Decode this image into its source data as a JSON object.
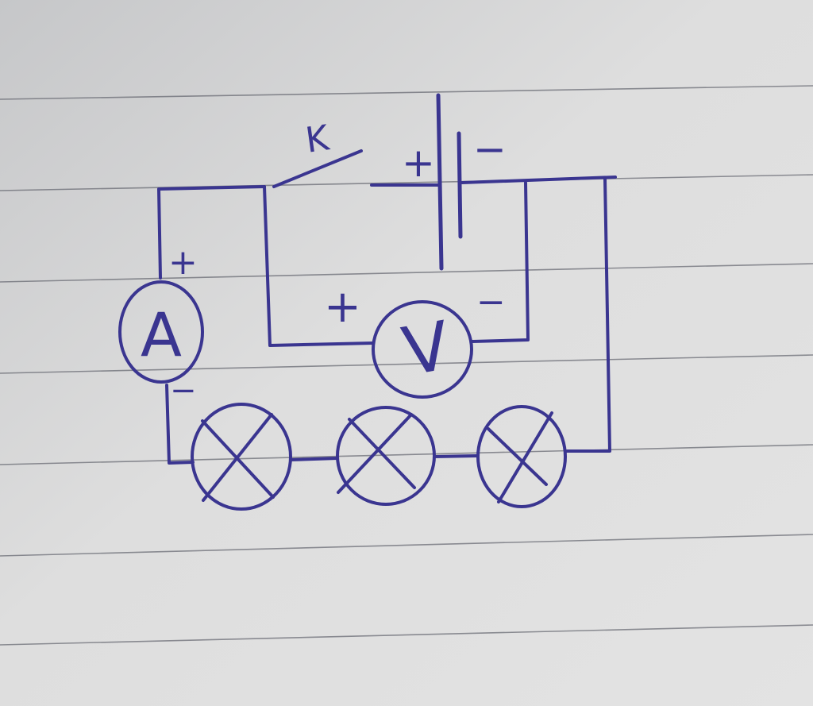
{
  "colors": {
    "paper": "#dcdcdc",
    "paper_shade": "#c9c9cb",
    "ink": "#3a3590",
    "rule_line": "#5a5c66"
  },
  "diagram": {
    "switch_label": "K",
    "battery": {
      "positive_sign": "+",
      "negative_sign": "−"
    },
    "ammeter": {
      "symbol": "A",
      "positive_sign": "+",
      "negative_sign": "−"
    },
    "voltmeter": {
      "symbol": "V",
      "positive_sign": "+",
      "negative_sign": "−"
    },
    "lamps": [
      {
        "id": "lamp-1"
      },
      {
        "id": "lamp-2"
      },
      {
        "id": "lamp-3"
      }
    ]
  }
}
